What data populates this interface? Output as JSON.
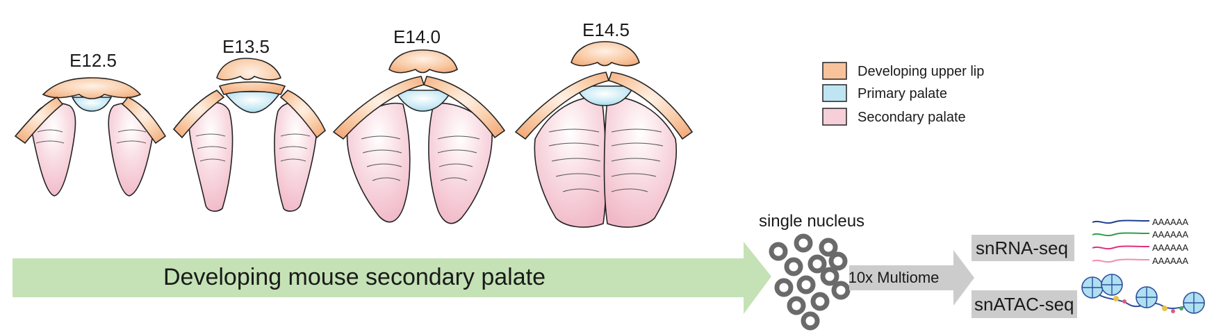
{
  "stages": [
    "E12.5",
    "E13.5",
    "E14.0",
    "E14.5"
  ],
  "legend": [
    {
      "label": "Developing upper lip",
      "color": "#f8c39b"
    },
    {
      "label": "Primary palate",
      "color": "#bfe5f3"
    },
    {
      "label": "Secondary palate",
      "color": "#f6cfd9"
    }
  ],
  "arrow_label": "Developing mouse secondary palate",
  "single_nucleus_label": "single nucleus",
  "multiome_label": "10x Multiome",
  "outputs": {
    "rna_label": "snRNA-seq",
    "atac_label": "snATAC-seq",
    "polya_tails": [
      "AAAAAA",
      "AAAAAA",
      "AAAAAA",
      "AAAAAA"
    ]
  },
  "colors": {
    "lip": "#f8c39b",
    "primary": "#bfe5f3",
    "secondary": "#f6cfd9",
    "arrow": "#c4e2b5",
    "gray_arrow": "#cccccc",
    "nucleus": "#6a6a6a",
    "rna_lines": [
      "#1f3f8f",
      "#2e9e4a",
      "#e0307f",
      "#f08fb0"
    ]
  }
}
